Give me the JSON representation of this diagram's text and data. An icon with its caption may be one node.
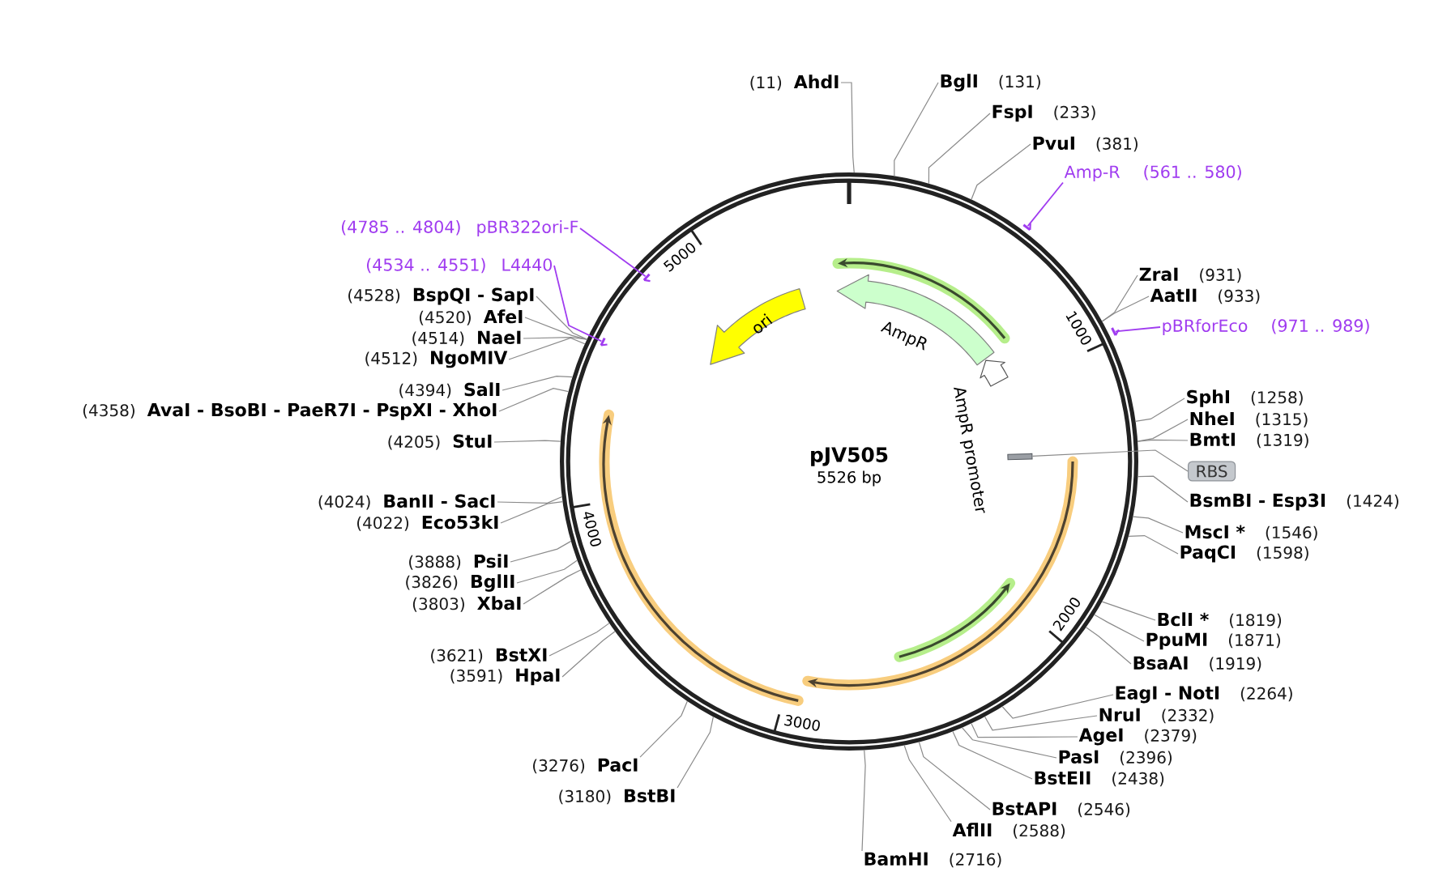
{
  "diagram": {
    "title": "pJV505",
    "nodes": [
      {
        "text": [],
        "shape": "circle"
      },
      {
        "text": [
          "(11)",
          "AhdI"
        ]
      },
      {
        "text": [
          "BglI",
          "(131)"
        ]
      },
      {
        "text": [
          "FspI",
          "(233)"
        ]
      },
      {
        "text": [
          "PvuI",
          "(381)"
        ]
      },
      {
        "text": [
          "Amp-R",
          "(561 .. 580)"
        ]
      },
      {
        "text": [
          "ZraI",
          "(931)"
        ]
      },
      {
        "text": [
          "AatII",
          "(933)"
        ]
      },
      {
        "text": [
          "pBRforEco",
          "(971 .. 989)"
        ]
      },
      {
        "text": [
          "SphI",
          "(1258)"
        ]
      },
      {
        "text": [
          "NheI",
          "(1315)"
        ]
      },
      {
        "text": [
          "BmtI",
          "(1319)"
        ]
      },
      {
        "text": [
          "RBS"
        ]
      },
      {
        "text": [
          "BsmBI - Esp3I",
          "(1424)"
        ]
      },
      {
        "text": [
          "MscI *",
          "(1546)"
        ]
      },
      {
        "text": [
          "PaqCI",
          "(1598)"
        ]
      },
      {
        "text": [
          "BclI *",
          "(1819)"
        ]
      },
      {
        "text": [
          "PpuMI",
          "(1871)"
        ]
      },
      {
        "text": [
          "BsaAI",
          "(1919)"
        ]
      },
      {
        "text": [
          "EagI - NotI",
          "(2264)"
        ]
      },
      {
        "text": [
          "NruI",
          "(2332)"
        ]
      },
      {
        "text": [
          "AgeI",
          "(2379)"
        ]
      },
      {
        "text": [
          "PasI",
          "(2396)"
        ]
      },
      {
        "text": [
          "BstEII",
          "(2438)"
        ]
      },
      {
        "text": [
          "BstAPI",
          "(2546)"
        ]
      },
      {
        "text": [
          "AflII",
          "(2588)"
        ]
      },
      {
        "text": [
          "BamHI",
          "(2716)"
        ]
      },
      {
        "text": [
          "(3180)",
          "BstBI"
        ]
      },
      {
        "text": [
          "(3276)",
          "PacI"
        ]
      },
      {
        "text": [
          "(3591)",
          "HpaI"
        ]
      },
      {
        "text": [
          "(3621)",
          "BstXI"
        ]
      },
      {
        "text": [
          "(3803)",
          "XbaI"
        ]
      },
      {
        "text": [
          "(3826)",
          "BglII"
        ]
      },
      {
        "text": [
          "(3888)",
          "PsiI"
        ]
      },
      {
        "text": [
          "(4022)",
          "Eco53kI"
        ]
      },
      {
        "text": [
          "(4024)",
          "BanII - SacI"
        ]
      },
      {
        "text": [
          "(4205)",
          "StuI"
        ]
      },
      {
        "text": [
          "(4358)",
          "AvaI - BsoBI - PaeR7I - PspXI - XhoI"
        ]
      },
      {
        "text": [
          "(4394)",
          "SalI"
        ]
      },
      {
        "text": [
          "(4512)",
          "NgoMIV"
        ]
      },
      {
        "text": [
          "(4514)",
          "NaeI"
        ]
      },
      {
        "text": [
          "(4520)",
          "AfeI"
        ]
      },
      {
        "text": [
          "(4528)",
          "BspQI - SapI"
        ]
      },
      {
        "text": [
          "(4534 .. 4551)",
          "L4440"
        ]
      },
      {
        "text": [
          "(4785 .. 4804)",
          "pBR322ori-F"
        ]
      },
      {
        "text": [
          "ori"
        ],
        "in": 0
      },
      {
        "text": [
          "AmpR"
        ],
        "in": 0
      },
      {
        "text": [
          "AmpR promoter"
        ],
        "in": 0
      },
      {
        "text": [],
        "shape": "box",
        "in": 0
      },
      {
        "text": [],
        "shape": "arrow",
        "in": 0
      },
      {
        "text": [],
        "shape": "arrow",
        "in": 0
      },
      {
        "text": [],
        "shape": "arrow"
      },
      {
        "text": [],
        "shape": "arrow"
      }
    ],
    "edges": [
      {
        "from": 1,
        "to": 0,
        "arrow": "none"
      },
      {
        "from": 2,
        "to": 0,
        "arrow": "none"
      },
      {
        "from": 3,
        "to": 0,
        "arrow": "none"
      },
      {
        "from": 4,
        "to": 0,
        "arrow": "none"
      },
      {
        "from": 5,
        "to": 51,
        "arrow": "none",
        "color": "#a03cf0"
      },
      {
        "from": 6,
        "to": 0,
        "arrow": "none"
      },
      {
        "from": 7,
        "to": 0,
        "arrow": "none"
      },
      {
        "from": 8,
        "to": 52,
        "arrow": "none",
        "color": "#a03cf0"
      },
      {
        "from": 9,
        "to": 0,
        "arrow": "none"
      },
      {
        "from": 10,
        "to": 0,
        "arrow": "none"
      },
      {
        "from": 11,
        "to": 0,
        "arrow": "none"
      },
      {
        "from": 12,
        "to": 48,
        "arrow": "none"
      },
      {
        "from": 13,
        "to": 0,
        "arrow": "none"
      },
      {
        "from": 14,
        "to": 0,
        "arrow": "none"
      },
      {
        "from": 15,
        "to": 0,
        "arrow": "none"
      },
      {
        "from": 16,
        "to": 0,
        "arrow": "none"
      },
      {
        "from": 17,
        "to": 0,
        "arrow": "none"
      },
      {
        "from": 18,
        "to": 0,
        "arrow": "none"
      },
      {
        "from": 19,
        "to": 0,
        "arrow": "none"
      },
      {
        "from": 20,
        "to": 0,
        "arrow": "none"
      },
      {
        "from": 21,
        "to": 0,
        "arrow": "none"
      },
      {
        "from": 22,
        "to": 0,
        "arrow": "none"
      },
      {
        "from": 23,
        "to": 0,
        "arrow": "none"
      },
      {
        "from": 24,
        "to": 0,
        "arrow": "none"
      },
      {
        "from": 25,
        "to": 0,
        "arrow": "none"
      },
      {
        "from": 26,
        "to": 0,
        "arrow": "none"
      },
      {
        "from": 27,
        "to": 0,
        "arrow": "none"
      },
      {
        "from": 28,
        "to": 0,
        "arrow": "none"
      },
      {
        "from": 29,
        "to": 0,
        "arrow": "none"
      },
      {
        "from": 30,
        "to": 0,
        "arrow": "none"
      },
      {
        "from": 31,
        "to": 0,
        "arrow": "none"
      },
      {
        "from": 32,
        "to": 0,
        "arrow": "none"
      },
      {
        "from": 33,
        "to": 0,
        "arrow": "none"
      },
      {
        "from": 34,
        "to": 0,
        "arrow": "none"
      },
      {
        "from": 35,
        "to": 0,
        "arrow": "none"
      },
      {
        "from": 36,
        "to": 0,
        "arrow": "none"
      },
      {
        "from": 37,
        "to": 0,
        "arrow": "none"
      },
      {
        "from": 38,
        "to": 0,
        "arrow": "none"
      },
      {
        "from": 39,
        "to": 0,
        "arrow": "none"
      },
      {
        "from": 40,
        "to": 0,
        "arrow": "none"
      },
      {
        "from": 41,
        "to": 0,
        "arrow": "none"
      },
      {
        "from": 42,
        "to": 0,
        "arrow": "none"
      },
      {
        "from": 43,
        "to": 49,
        "arrow": "none",
        "color": "#a03cf0"
      },
      {
        "from": 44,
        "to": 50,
        "arrow": "none",
        "color": "#a03cf0"
      }
    ],
    "labels": [
      "5000",
      "1000",
      "5526 bp",
      "4000",
      "2000",
      "3000"
    ]
  }
}
